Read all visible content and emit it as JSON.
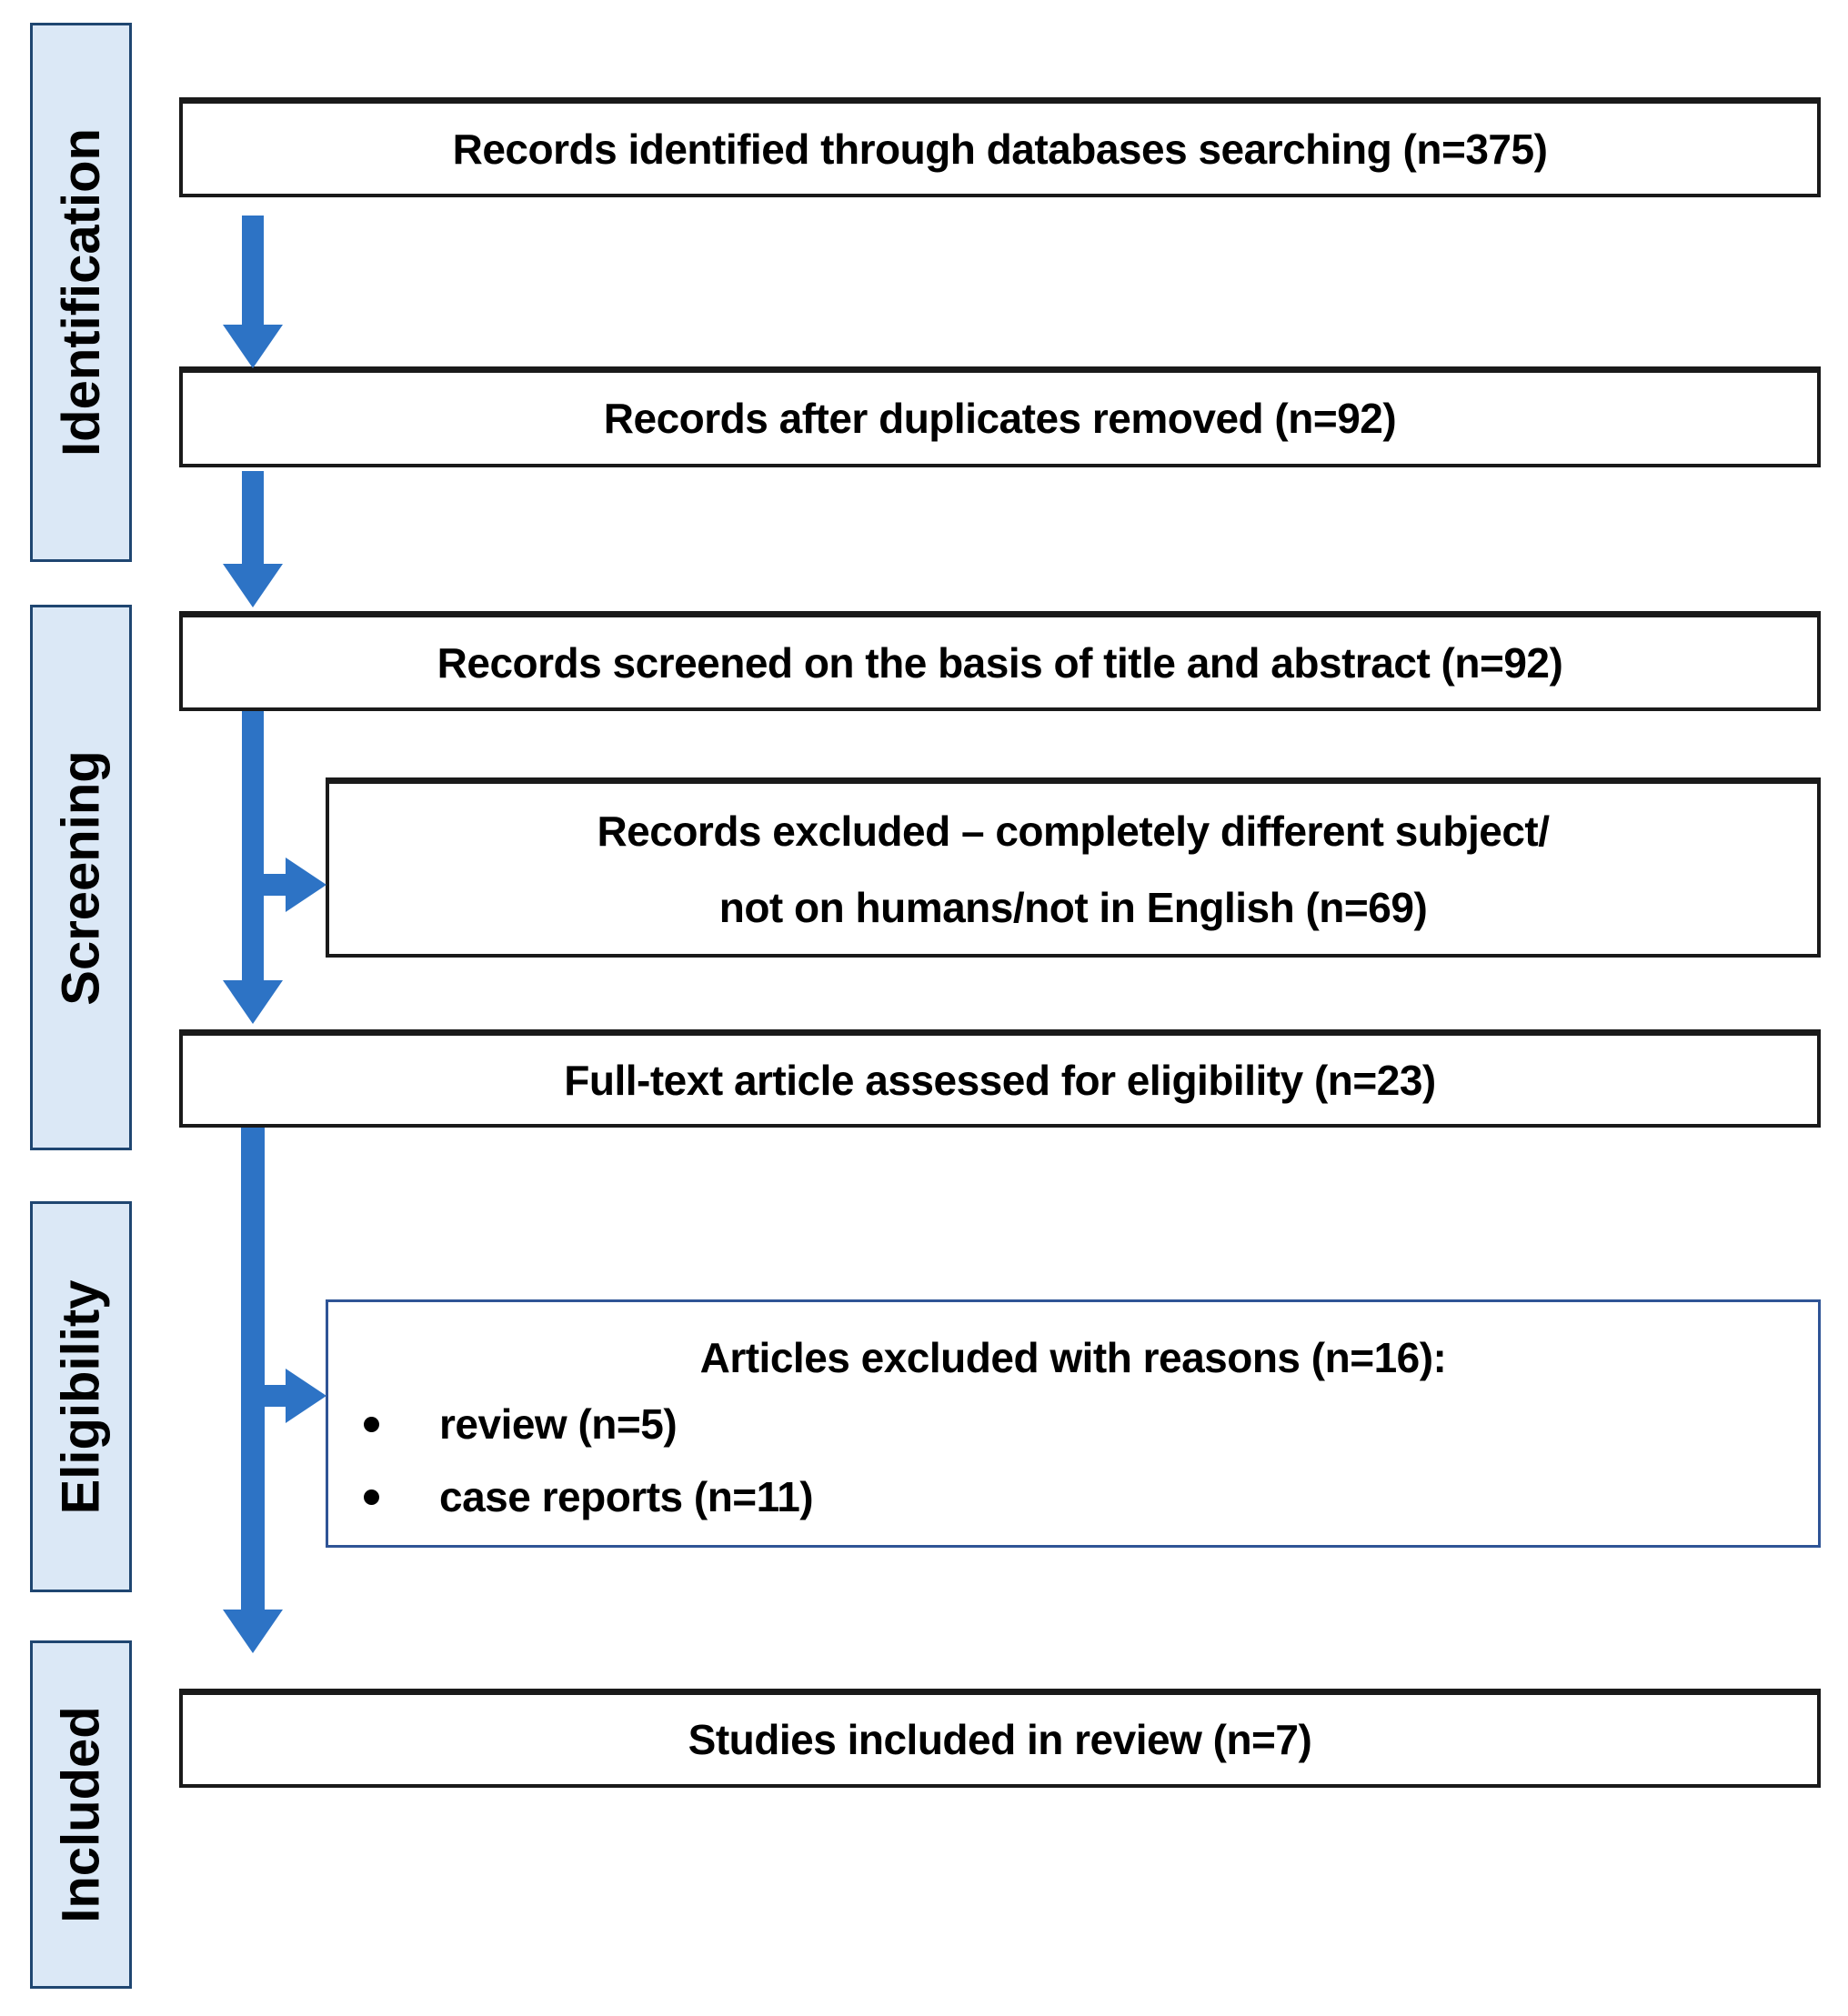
{
  "diagram": {
    "sidebar": {
      "stages": [
        {
          "label": "Identification"
        },
        {
          "label": "Screening"
        },
        {
          "label": "Eligibility"
        },
        {
          "label": "Included"
        }
      ]
    },
    "flow": {
      "records_identified": "Records identified through databases searching (n=375)",
      "records_deduplicated": "Records after duplicates removed (n=92)",
      "records_screened": "Records screened on the basis of title and abstract (n=92)",
      "records_excluded_line1": "Records excluded – completely different subject/",
      "records_excluded_line2": "not on humans/not in English (n=69)",
      "fulltext_assessed": "Full-text article assessed for eligibility (n=23)",
      "articles_excluded_title": "Articles excluded with reasons (n=16):",
      "articles_excluded_reasons": [
        "review (n=5)",
        "case reports (n=11)"
      ],
      "studies_included": "Studies included in review (n=7)"
    },
    "colors": {
      "arrow_blue": "#2d73c5",
      "stage_fill": "#dbe8f6",
      "stage_border": "#1f4671",
      "box_border": "#1a1a1a",
      "reasons_box_border": "#2f5496",
      "text": "#000000",
      "background": "#ffffff"
    }
  }
}
